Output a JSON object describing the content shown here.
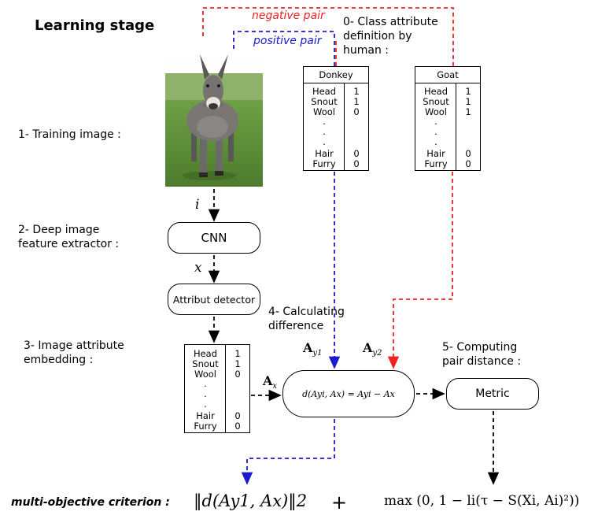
{
  "title": "Learning stage",
  "pairs": {
    "negative": "negative pair",
    "positive": "positive pair"
  },
  "steps": {
    "class_def": [
      "0- Class attribute",
      "definition by",
      "human :"
    ],
    "training_image": "1- Training image :",
    "feature_extractor": [
      "2- Deep image",
      "feature extractor :"
    ],
    "attr_embedding": [
      "3- Image attribute",
      "embedding :"
    ],
    "calc_diff": [
      "4- Calculating",
      "difference"
    ],
    "pair_distance": [
      "5- Computing",
      "pair distance :"
    ]
  },
  "tables": [
    {
      "name": "Donkey",
      "rows": [
        [
          "Head",
          "1"
        ],
        [
          "Snout",
          "1"
        ],
        [
          "Wool",
          "0"
        ],
        [
          ".",
          ""
        ],
        [
          ".",
          ""
        ],
        [
          ".",
          ""
        ],
        [
          "Hair",
          "0"
        ],
        [
          "Furry",
          "0"
        ]
      ]
    },
    {
      "name": "Goat",
      "rows": [
        [
          "Head",
          "1"
        ],
        [
          "Snout",
          "1"
        ],
        [
          "Wool",
          "1"
        ],
        [
          ".",
          ""
        ],
        [
          ".",
          ""
        ],
        [
          ".",
          ""
        ],
        [
          "Hair",
          "0"
        ],
        [
          "Furry",
          "0"
        ]
      ]
    },
    {
      "name": "",
      "rows": [
        [
          "Head",
          "1"
        ],
        [
          "Snout",
          "1"
        ],
        [
          "Wool",
          "0"
        ],
        [
          ".",
          ""
        ],
        [
          ".",
          ""
        ],
        [
          ".",
          ""
        ],
        [
          "Hair",
          "0"
        ],
        [
          "Furry",
          "0"
        ]
      ]
    }
  ],
  "blocks": {
    "cnn": "CNN",
    "attribute_detector": "Attribut detector",
    "metric": "Metric"
  },
  "vars": {
    "i": "i",
    "x": "x",
    "ay1": "A",
    "ay1_sub": "y1",
    "ay2": "A",
    "ay2_sub": "y2",
    "ax": "A",
    "ax_sub": "x"
  },
  "difference_formula": "d(Ayi, Ax) = Ayi − Ax",
  "criterion": {
    "label": "multi-objective criterion :",
    "term1": "‖d(Ay1, Ax)‖2",
    "plus": "+",
    "term2": "max (0, 1 − li(τ − S(Xi, Ai)²))"
  },
  "colors": {
    "negative": "#ee2222",
    "positive": "#1a1acc",
    "neutral": "#000000"
  },
  "image_icon": "donkey-photo"
}
